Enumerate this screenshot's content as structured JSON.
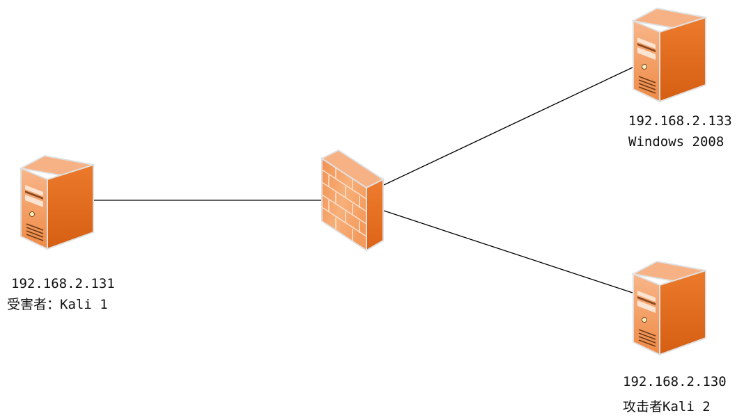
{
  "nodes": {
    "victim": {
      "type": "server",
      "ip": "192.168.2.131",
      "name": "受害者：Kali 1"
    },
    "firewall": {
      "type": "firewall"
    },
    "windows": {
      "type": "server",
      "ip": "192.168.2.133",
      "name": "Windows 2008"
    },
    "attacker": {
      "type": "server",
      "ip": "192.168.2.130",
      "name": "攻击者Kali 2"
    }
  },
  "links": [
    {
      "from": "victim",
      "to": "firewall"
    },
    {
      "from": "firewall",
      "to": "windows"
    },
    {
      "from": "firewall",
      "to": "attacker"
    }
  ],
  "colors": {
    "server_front": "#f5a26a",
    "server_side": "#e0701f",
    "server_top": "#f7b68a",
    "firewall_face": "#f29a60",
    "link_line": "#000000"
  }
}
